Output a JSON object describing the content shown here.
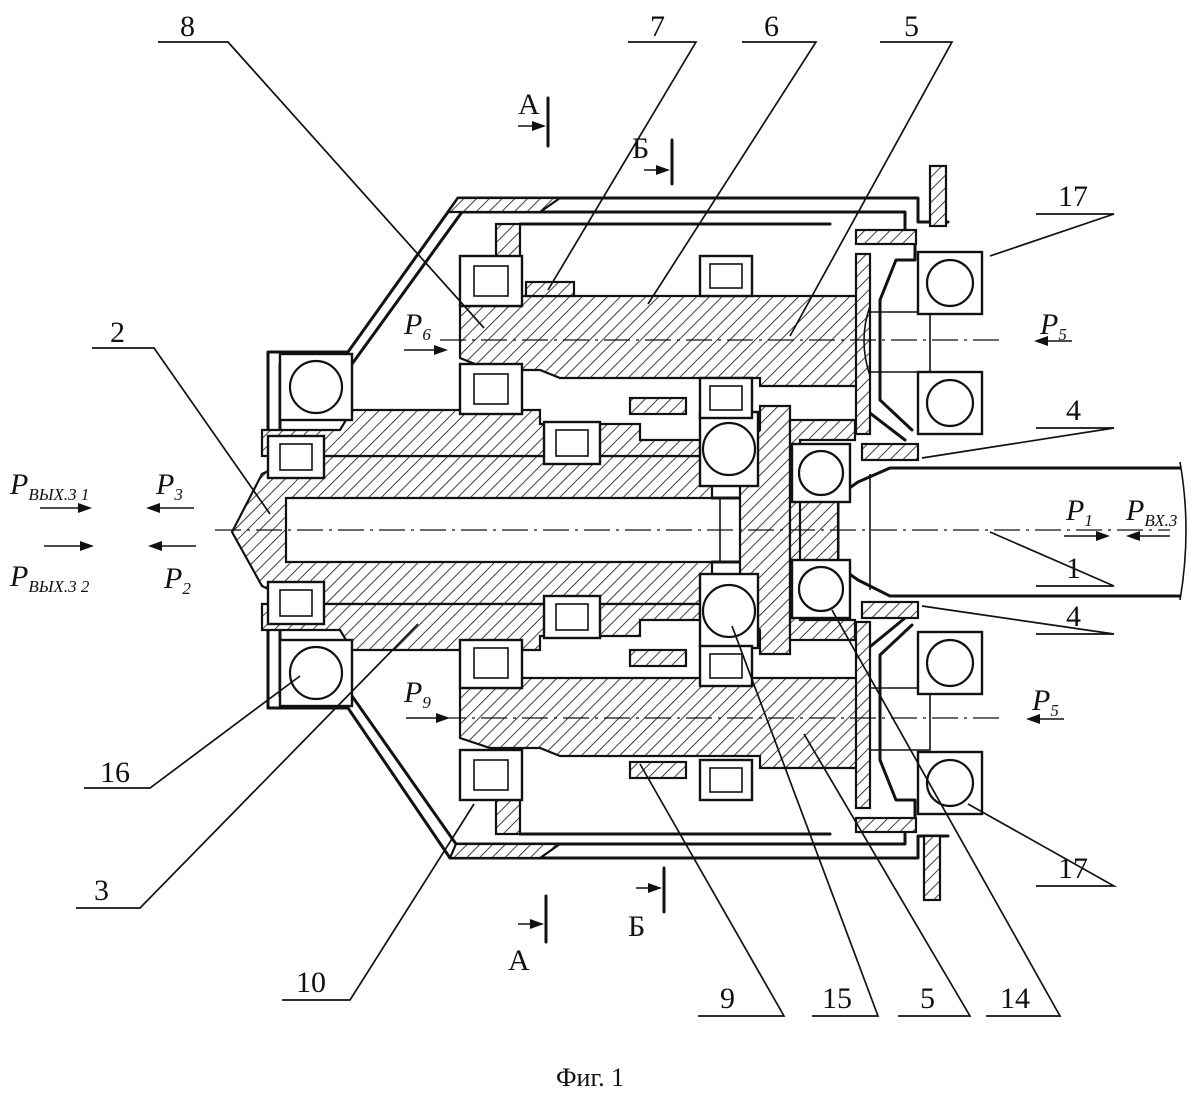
{
  "caption": "Фиг. 1",
  "callouts": [
    "1",
    "2",
    "3",
    "4",
    "5",
    "6",
    "7",
    "8",
    "9",
    "10",
    "14",
    "15",
    "16",
    "17"
  ],
  "sections": {
    "a": "А",
    "b": "Б"
  },
  "forces": {
    "p6": {
      "base": "P",
      "sub": "6"
    },
    "p5": {
      "base": "P",
      "sub": "5"
    },
    "p9": {
      "base": "P",
      "sub": "9"
    },
    "p3": {
      "base": "P",
      "sub": "3"
    },
    "p2": {
      "base": "P",
      "sub": "2"
    },
    "p1": {
      "base": "P",
      "sub": "1"
    },
    "pvx": {
      "base": "P",
      "sub": "ВХ.3"
    },
    "pvyx1": {
      "base": "P",
      "sub": "ВЫХ.3 1"
    },
    "pvyx2": {
      "base": "P",
      "sub": "ВЫХ.3 2"
    }
  }
}
